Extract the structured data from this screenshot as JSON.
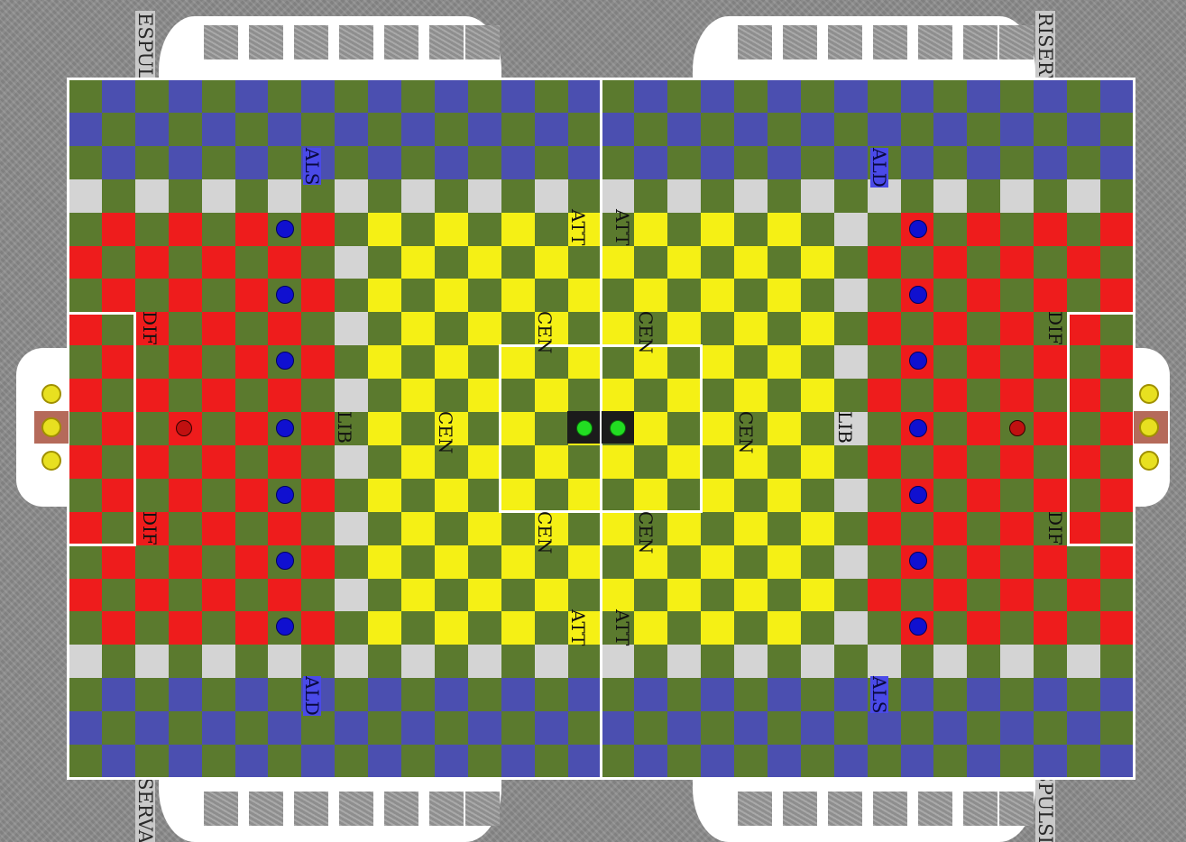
{
  "labels": {
    "top_left": "ESPULSI",
    "top_right": "RISERVA",
    "bottom_left": "RISERVA",
    "bottom_right": "ESPULSI"
  },
  "zones": {
    "als": "ALS",
    "ald": "ALD",
    "att": "ATT",
    "cen": "CEN",
    "lib": "LIB",
    "dif": "DIF"
  },
  "colors": {
    "green": "#5b7a2e",
    "blue": "#4b4fb0",
    "red": "#ee1c1c",
    "yellow": "#f5f015",
    "grey": "#d4d4d4",
    "white": "#ffffff"
  },
  "pieces": {
    "defender_dot": "blue-dot",
    "goalkeeper_coin": "yellow-coin",
    "ball": "green-ball"
  }
}
